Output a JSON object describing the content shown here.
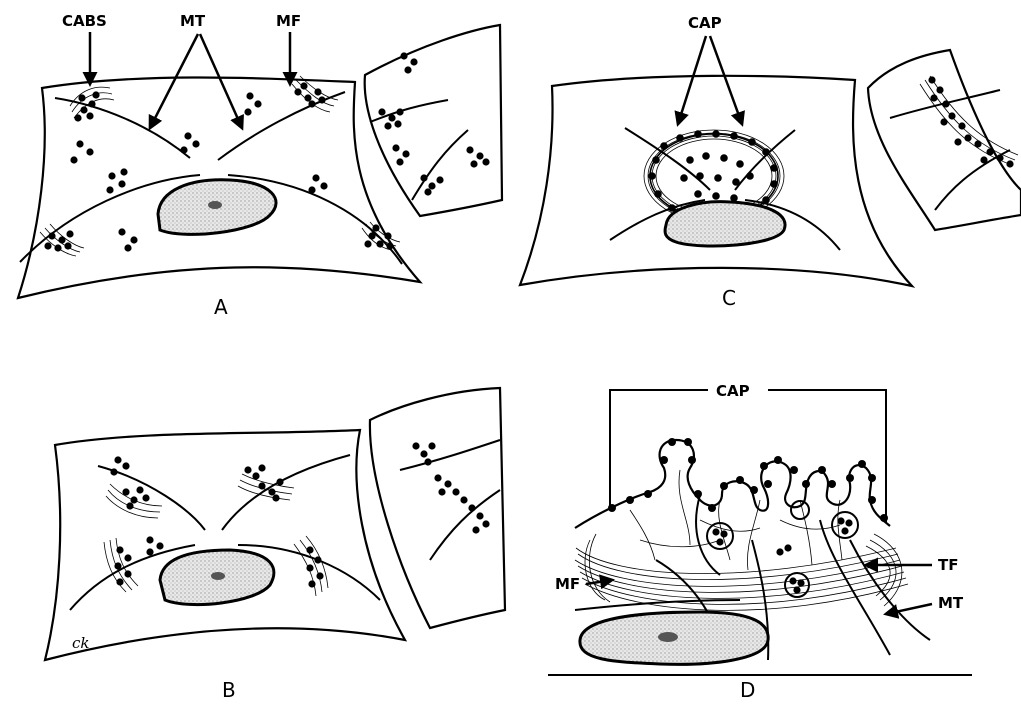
{
  "panels": {
    "a": {
      "letter": "A",
      "labels": {
        "cabs": "CABS",
        "mt": "MT",
        "mf": "MF"
      }
    },
    "b": {
      "letter": "B",
      "signature": "ck"
    },
    "c": {
      "letter": "C",
      "labels": {
        "cap": "CAP"
      }
    },
    "d": {
      "letter": "D",
      "labels": {
        "cap": "CAP",
        "mf": "MF",
        "tf": "TF",
        "mt": "MT"
      }
    }
  },
  "colors": {
    "ink": "#000000",
    "nucleus_fill": "#e3e3e3",
    "background": "#ffffff"
  }
}
